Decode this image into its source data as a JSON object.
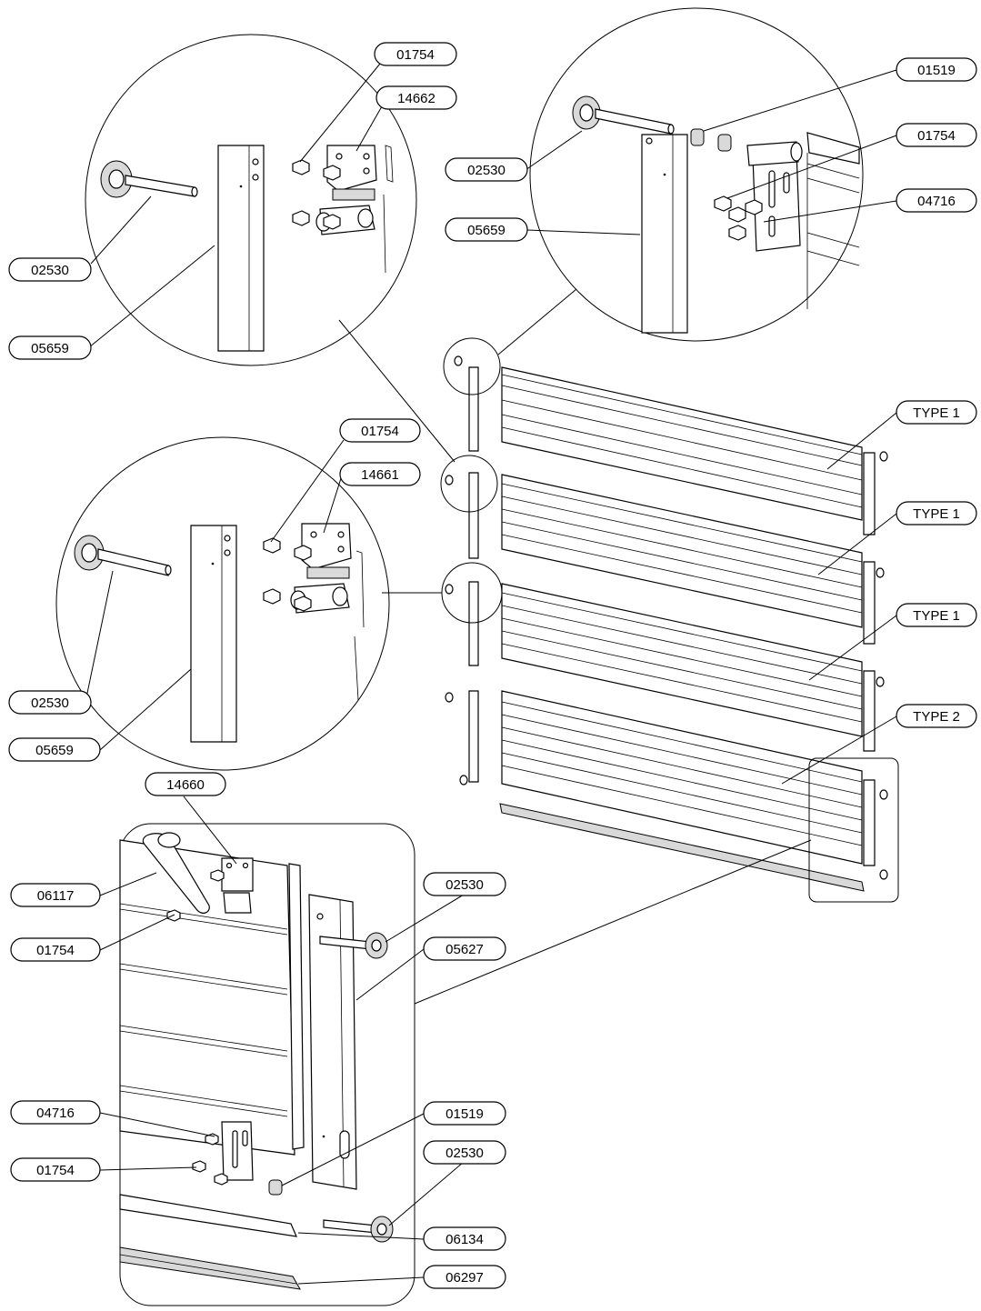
{
  "callouts": [
    {
      "id": "c1",
      "text": "01754"
    },
    {
      "id": "c2",
      "text": "14662"
    },
    {
      "id": "c3",
      "text": "02530"
    },
    {
      "id": "c4",
      "text": "05659"
    },
    {
      "id": "c5",
      "text": "01519"
    },
    {
      "id": "c6",
      "text": "02530"
    },
    {
      "id": "c7",
      "text": "01754"
    },
    {
      "id": "c8",
      "text": "04716"
    },
    {
      "id": "c9",
      "text": "05659"
    },
    {
      "id": "c10",
      "text": "TYPE 1"
    },
    {
      "id": "c11",
      "text": "TYPE 1"
    },
    {
      "id": "c12",
      "text": "TYPE 1"
    },
    {
      "id": "c13",
      "text": "TYPE 2"
    },
    {
      "id": "c14",
      "text": "01754"
    },
    {
      "id": "c15",
      "text": "14661"
    },
    {
      "id": "c16",
      "text": "02530"
    },
    {
      "id": "c17",
      "text": "05659"
    },
    {
      "id": "c18",
      "text": "14660"
    },
    {
      "id": "c19",
      "text": "06117"
    },
    {
      "id": "c20",
      "text": "01754"
    },
    {
      "id": "c21",
      "text": "02530"
    },
    {
      "id": "c22",
      "text": "05627"
    },
    {
      "id": "c23",
      "text": "04716"
    },
    {
      "id": "c24",
      "text": "01519"
    },
    {
      "id": "c25",
      "text": "02530"
    },
    {
      "id": "c26",
      "text": "01754"
    },
    {
      "id": "c27",
      "text": "06134"
    },
    {
      "id": "c28",
      "text": "06297"
    }
  ]
}
